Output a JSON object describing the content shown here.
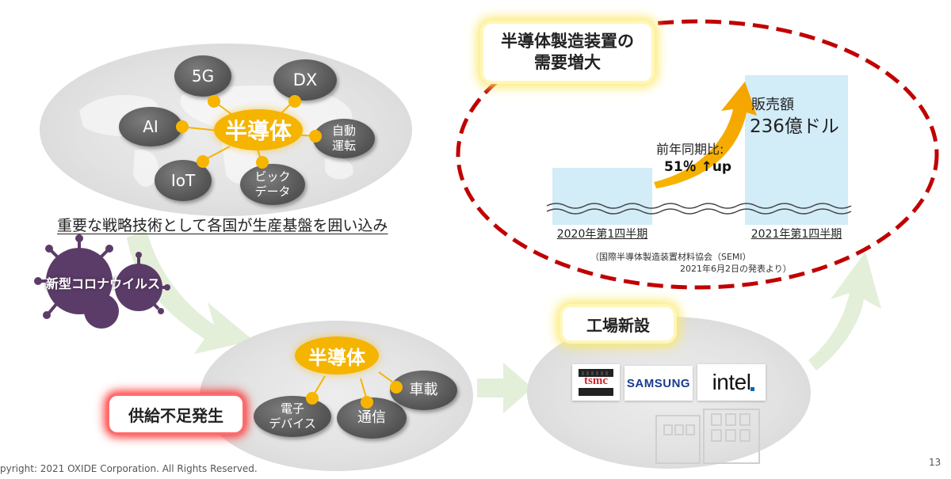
{
  "top_left": {
    "hub": "半導体",
    "nodes": [
      "5G",
      "DX",
      "AI",
      "自動\n運転",
      "IoT",
      "ビック\nデータ"
    ],
    "caption": "重要な戦略技術として各国が生産基盤を囲い込み"
  },
  "virus_label": "新型コロナウイルス",
  "bottom_left": {
    "hub": "半導体",
    "nodes": [
      "電子\nデバイス",
      "通信",
      "車載"
    ],
    "shortage": "供給不足発生"
  },
  "factory": {
    "label": "工場新設",
    "logos": [
      "tsmc",
      "SAMSUNG",
      "intel"
    ]
  },
  "demand": {
    "title": "半導体製造装置の\n需要増大",
    "sales_label": "販売額",
    "sales_value": "236億ドル",
    "yoy_label": "前年同期比:",
    "yoy_value": "51％ ↑up",
    "bar_labels": [
      "2020年第1四半期",
      "2021年第1四半期"
    ],
    "source_line1": "（国際半導体製造装置材料協会（SEMI）",
    "source_line2": "2021年6月2日の発表より）"
  },
  "footer": {
    "copyright": "pyright: 2021 OXIDE Corporation. All Rights Reserved.",
    "page_number": "13"
  },
  "colors": {
    "hub": "#f5b400",
    "dashed_ellipse": "#c00000",
    "flow_arrow": "#e3efd9",
    "virus": "#5b3c68",
    "bar": "#d2ecf8"
  }
}
